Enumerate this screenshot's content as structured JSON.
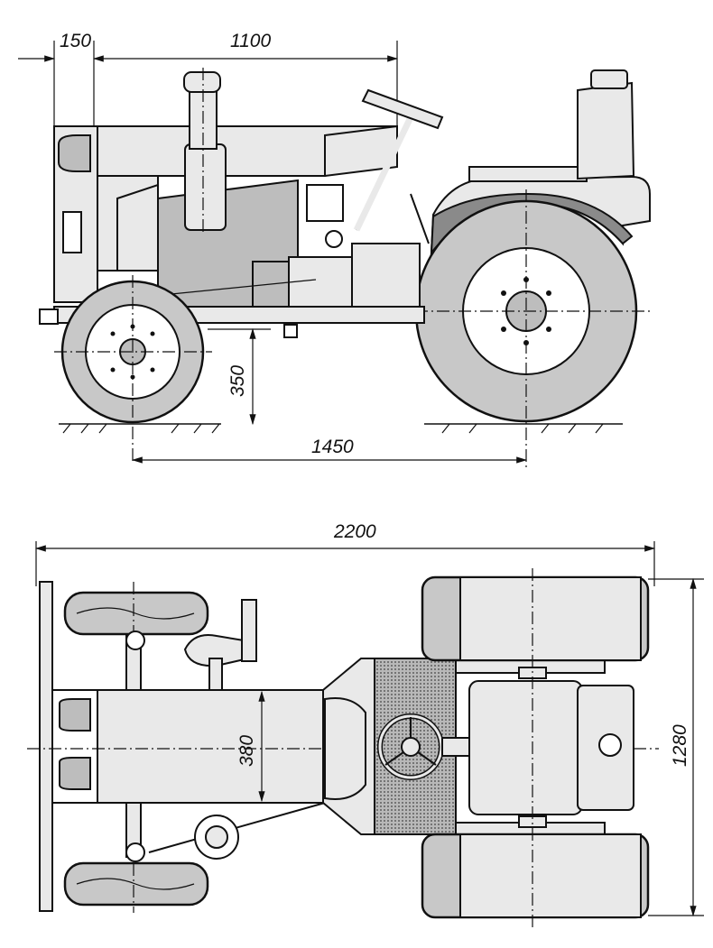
{
  "side_view": {
    "dim_front_overhang": "150",
    "dim_hood_length": "1100",
    "dim_ground_clearance": "350",
    "dim_wheelbase": "1450"
  },
  "top_view": {
    "dim_overall_length": "2200",
    "dim_frame_width": "380",
    "dim_overall_width": "1280"
  }
}
